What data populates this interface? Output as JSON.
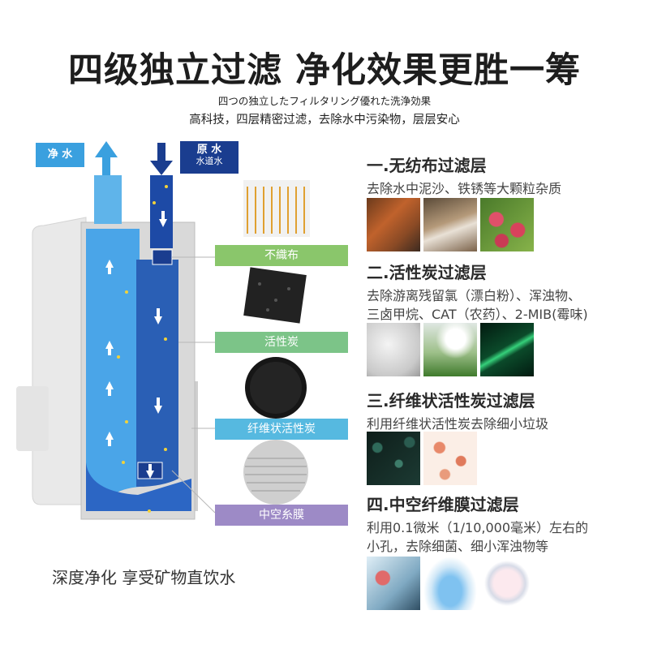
{
  "heading": {
    "title": "四级独立过滤 净化效果更胜一筹",
    "japanese": "四つの独立したフィルタリング優れた洗浄効果",
    "subtitle": "高科技，四层精密过滤，去除水中污染物，层层安心"
  },
  "diagram": {
    "outlet_label": "净 水",
    "inlet_label": "原 水",
    "inlet_sub": "水道水",
    "layers": [
      {
        "label": "不織布",
        "color": "#8ac66b"
      },
      {
        "label": "活性炭",
        "color": "#7cc488"
      },
      {
        "label": "纤维状活性炭",
        "color": "#56b9e0"
      },
      {
        "label": "中空糸膜",
        "color": "#9d8ac6"
      }
    ]
  },
  "sections": [
    {
      "title": "一.无纺布过滤层",
      "desc": [
        "去除水中泥沙、铁锈等大颗粒杂质"
      ],
      "images": [
        "rusty-pipes",
        "sediment",
        "bacteria"
      ]
    },
    {
      "title": "二.活性炭过滤层",
      "desc": [
        "去除游离残留氯（漂白粉）、浑浊物、",
        "三卤甲烷、CAT（农药）、2-MIB(霉味)"
      ],
      "images": [
        "powder",
        "pesticide-spraying",
        "green-fiber"
      ]
    },
    {
      "title": "三.纤维状活性炭过滤层",
      "desc": [
        "利用纤维状活性炭去除细小垃圾"
      ],
      "images": [
        "dark-granules",
        "microbes"
      ]
    },
    {
      "title": "四.中空纤维膜过滤层",
      "desc": [
        "利用0.1微米（1/10,000毫米）左右的",
        "小孔，去除细菌、细小浑浊物等"
      ],
      "images": [
        "lab-microscope",
        "water-glass",
        "petri-dish"
      ]
    }
  ],
  "footer": {
    "slogan": "深度净化 享受矿物直饮水"
  }
}
